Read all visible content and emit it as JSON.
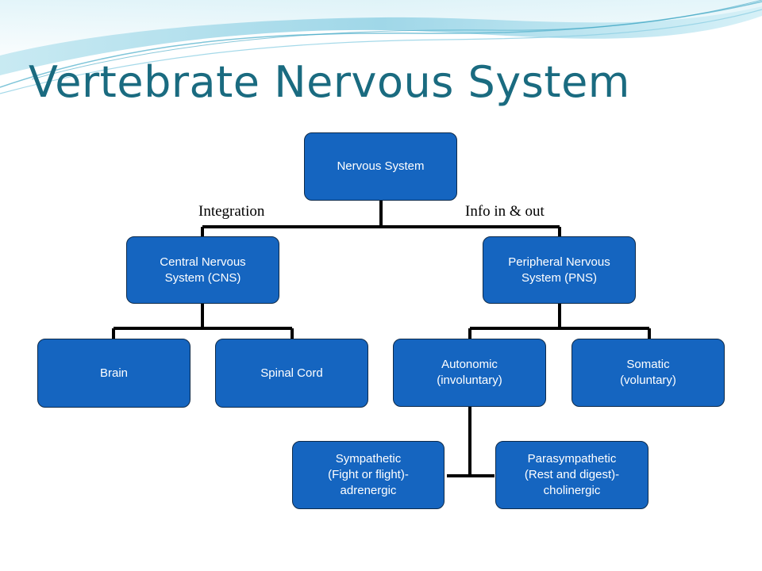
{
  "slide": {
    "title": "Vertebrate Nervous System"
  },
  "diagram": {
    "nodes": {
      "root": "Nervous System",
      "cns": "Central Nervous\nSystem (CNS)",
      "pns": "Peripheral Nervous\nSystem (PNS)",
      "brain": "Brain",
      "spinal_cord": "Spinal Cord",
      "autonomic": "Autonomic\n(involuntary)",
      "somatic": "Somatic\n(voluntary)",
      "sympathetic": "Sympathetic\n(Fight or flight)-\nadrenergic",
      "parasympathetic": "Parasympathetic\n(Rest and digest)-\ncholinergic"
    },
    "branch_labels": {
      "left": "Integration",
      "right": "Info in & out"
    },
    "colors": {
      "node_fill": "#1565c0",
      "node_border": "#0d2a4a",
      "connector": "#000000",
      "title": "#1a6b80"
    }
  }
}
